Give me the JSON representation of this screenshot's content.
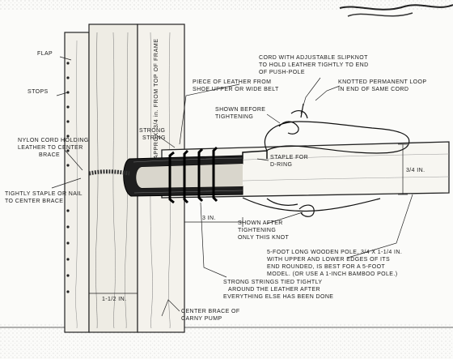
{
  "labels": {
    "flap": "FLAP",
    "stops": "STOPS",
    "cord_slipknot_1": "CORD WITH ADJUSTABLE SLIPKNOT",
    "cord_slipknot_2": "TO HOLD LEATHER TIGHTLY TO END",
    "cord_slipknot_3": "OF PUSH-POLE",
    "leather_piece_1": "PIECE OF LEATHER FROM",
    "leather_piece_2": "SHOE UPPER OR WIDE BELT",
    "knotted_loop_1": "KNOTTED PERMANENT LOOP",
    "knotted_loop_2": "IN END OF SAME CORD",
    "shown_before_1": "SHOWN BEFORE",
    "shown_before_2": "TIGHTENING",
    "strong_string_1": "STRONG",
    "strong_string_2": "STRING",
    "nylon_cord_1": "NYLON CORD HOLDING",
    "nylon_cord_2": "LEATHER TO CENTER",
    "nylon_cord_3": "BRACE",
    "staple_1": "STAPLE FOR",
    "staple_2": "D-RING",
    "tightly_staple_1": "TIGHTLY STAPLE OR NAIL",
    "tightly_staple_2": "TO CENTER BRACE",
    "three_quarter_in": "3/4 in.",
    "three_in": "3 in.",
    "shown_after_1": "SHOWN AFTER",
    "shown_after_2": "TIGHTENING",
    "shown_after_3": "ONLY THIS KNOT",
    "pole_note_1": "5-FOOT LONG WOODEN POLE, 3/4 x 1-1/4 in.",
    "pole_note_2": "WITH UPPER AND LOWER EDGES OF ITS",
    "pole_note_3": "END ROUNDED, IS BEST FOR A 5-FOOT",
    "pole_note_4": "MODEL. (OR USE A 1-INCH BAMBOO POLE.)",
    "strings_tied_1": "STRONG STRINGS TIED TIGHTLY",
    "strings_tied_2": "AROUND THE LEATHER AFTER",
    "strings_tied_3": "EVERYTHING ELSE HAS BEEN DONE",
    "eleven_half_in": "1-1/2 in.",
    "center_brace_1": "CENTER BRACE OF",
    "center_brace_2": "CARNY PUMP",
    "approx_vertical": "APPROX. 3/4 in. FROM TOP OF FRAME"
  }
}
